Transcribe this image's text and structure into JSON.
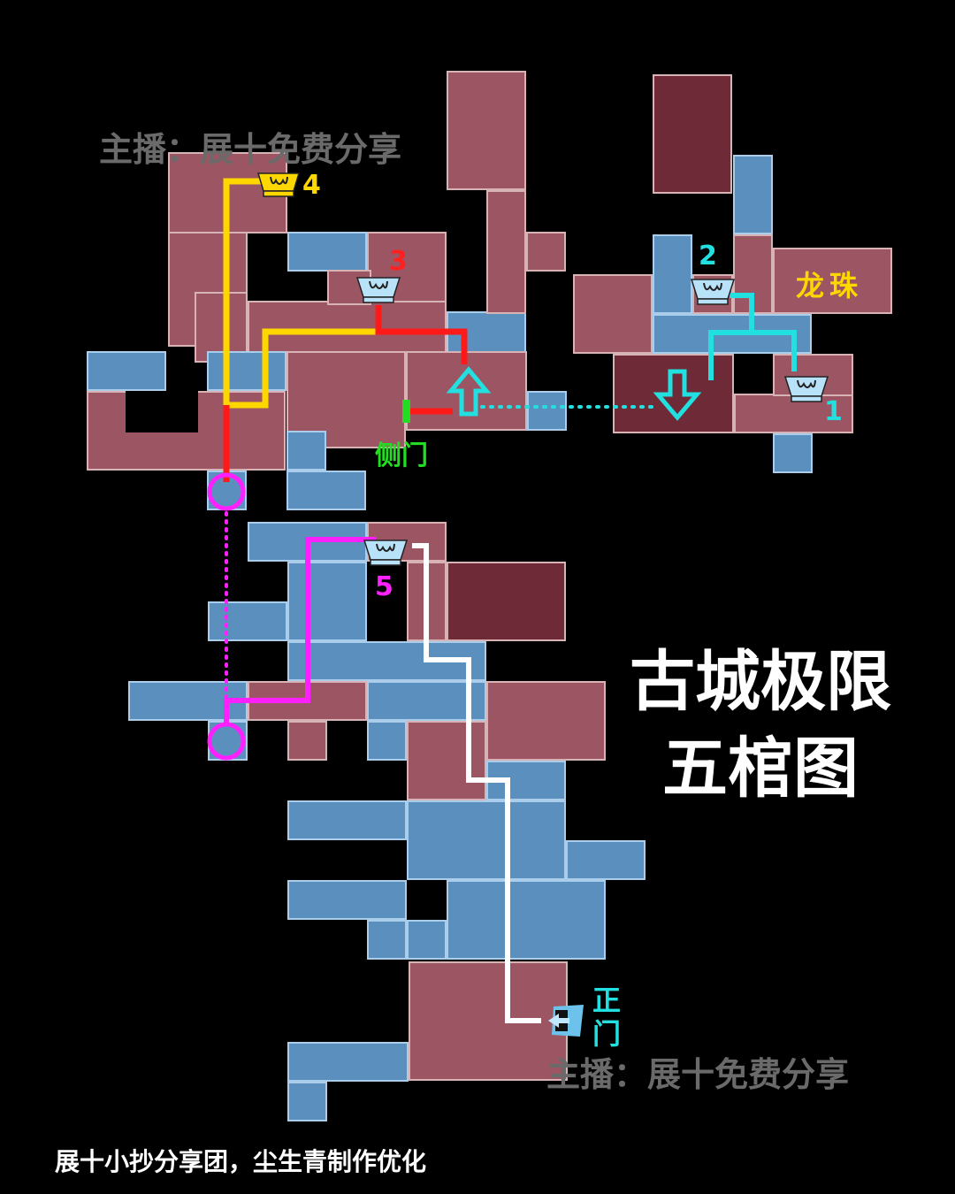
{
  "title": {
    "line1": "古城极限",
    "line2": "五棺图"
  },
  "credit": "展十小抄分享团，尘生青制作优化",
  "watermarks": [
    "主播：展十免费分享",
    "主播：展十免费分享"
  ],
  "labels": {
    "side_door": "侧门",
    "main_door": "正门",
    "dragon_pearl": "龙珠"
  },
  "coffins": [
    {
      "number": "1",
      "color": "#22e0e0"
    },
    {
      "number": "2",
      "color": "#22e0e0"
    },
    {
      "number": "3",
      "color": "#ff2020"
    },
    {
      "number": "4",
      "color": "#ffd700"
    },
    {
      "number": "5",
      "color": "#ff20ff"
    }
  ],
  "colors": {
    "route_cyan": "#22e0e0",
    "route_red": "#ff1a1a",
    "route_yellow": "#ffd700",
    "route_magenta": "#ff20ff",
    "route_white": "#ffffff",
    "side_door": "#22dd22",
    "red_room": "#9c5563",
    "blue_room": "#5b8fbd"
  }
}
